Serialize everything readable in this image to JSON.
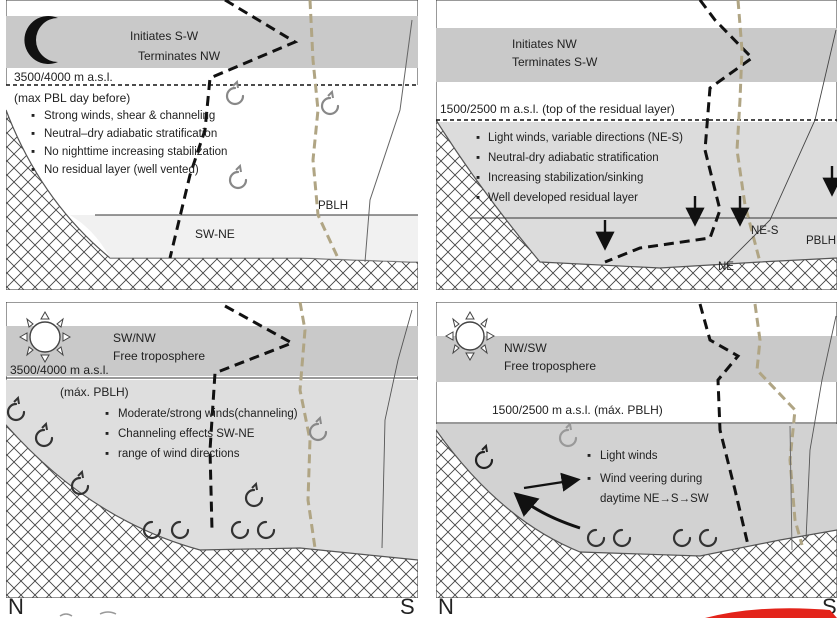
{
  "colors": {
    "band": "#c9c9c9",
    "valley_fill": "#d9d9d9",
    "terrain_line": "#555555",
    "pblh_line": "#b0a584",
    "eddy_dark": "#333333",
    "eddy_light": "#888888",
    "accent_red": "#e3241b"
  },
  "panels": {
    "night_winter": {
      "icon": "crescent-moon-icon",
      "band_line1": "Initiates S-W",
      "band_line2": "Terminates NW",
      "height": "3500/4000 m a.s.l.",
      "note": "(max PBL day before)",
      "bullets": [
        "Strong winds, shear & channeling",
        "Neutral–dry adiabatic stratification",
        "No nighttime increasing stabilization",
        "No residual layer  (well vented)"
      ],
      "flow": "SW-NE",
      "pblh": "PBLH"
    },
    "night_summer": {
      "icon": "crescent-moon-icon",
      "band_line1": "Initiates  NW",
      "band_line2": "Terminates S-W",
      "height": "1500/2500 m  a.s.l. (top of the residual layer)",
      "bullets": [
        "Light winds, variable directions (NE-S)",
        "Neutral-dry adiabatic stratification",
        "Increasing stabilization/sinking",
        "Well developed residual layer"
      ],
      "flow_ne_s": "NE-S",
      "flow_ne": "NE",
      "pblh": "PBLH"
    },
    "day_winter": {
      "icon": "sun-icon",
      "band_line1": "SW/NW",
      "band_line2": "Free troposphere",
      "height": "3500/4000 m  a.s.l.",
      "note": "(máx. PBLH)",
      "bullets": [
        "Moderate/strong winds(channeling)",
        "Channeling effects  SW-NE",
        "range of wind directions"
      ]
    },
    "day_summer": {
      "icon": "sun-icon",
      "band_line1": "NW/SW",
      "band_line2": "Free troposphere",
      "height": "1500/2500 m  a.s.l. (máx. PBLH)",
      "bullets": [
        "Light winds",
        "Wind veering during",
        "daytime  NE→S→SW"
      ]
    }
  },
  "axes": {
    "left_n": "N",
    "left_s": "S",
    "right_n": "N",
    "right_s": "S"
  }
}
